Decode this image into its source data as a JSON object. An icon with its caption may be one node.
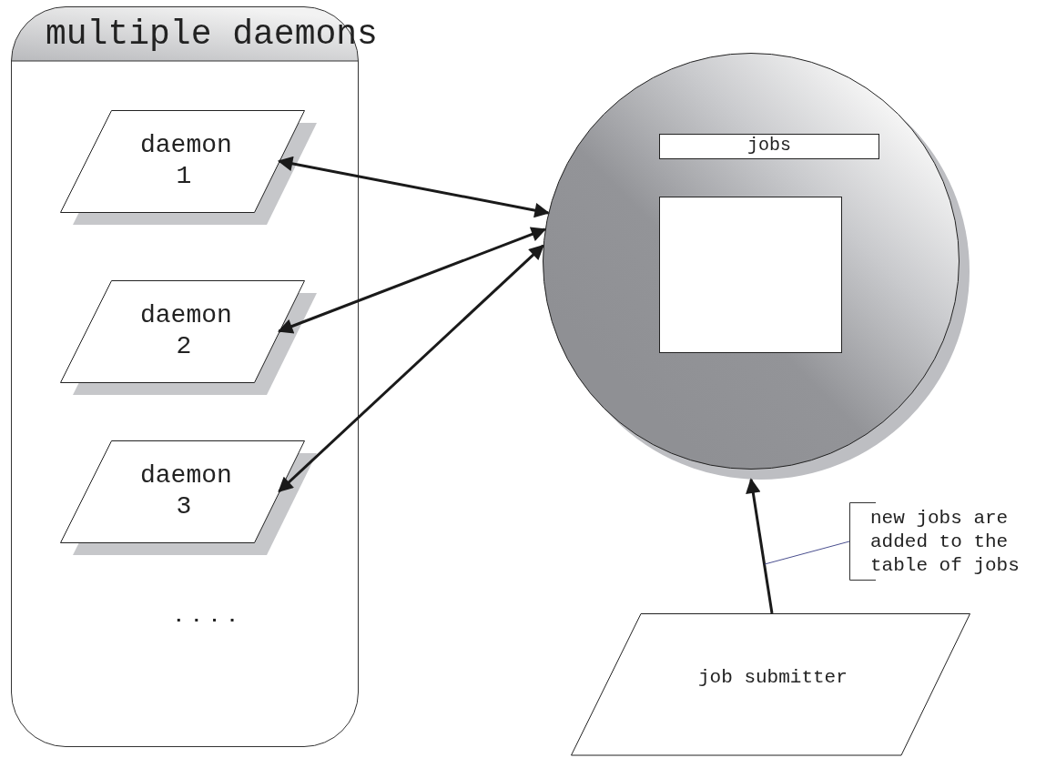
{
  "diagram": {
    "nodes": [
      {
        "text": [
          "multiple daemons"
        ]
      },
      {
        "text": [
          "daemon 1"
        ],
        "in": 0
      },
      {
        "text": [
          "daemon 2"
        ],
        "in": 0
      },
      {
        "text": [
          "daemon 3"
        ],
        "in": 0
      },
      {
        "text": [],
        "shape": "circle"
      },
      {
        "text": [
          "jobs"
        ],
        "in": 4
      },
      {
        "text": [],
        "shape": "box",
        "in": 4
      },
      {
        "text": [
          "job submitter"
        ]
      },
      {
        "text": [
          "new jobs are added to the table of jobs"
        ]
      }
    ],
    "edges": [
      {
        "from": 1,
        "to": 4,
        "arrow": "both"
      },
      {
        "from": 2,
        "to": 4,
        "arrow": "both"
      },
      {
        "from": 3,
        "to": 4,
        "arrow": "both"
      },
      {
        "from": 7,
        "to": 4,
        "arrow": "to"
      },
      {
        "from": 8,
        "to": null,
        "arrow": "none",
        "color": "#4a4f8f"
      }
    ],
    "labels": [
      "...."
    ]
  }
}
